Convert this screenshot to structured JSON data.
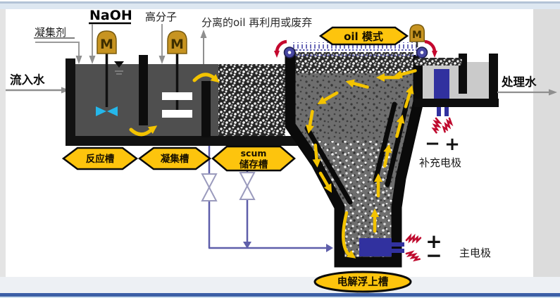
{
  "labels": {
    "coagulant": "凝集剂",
    "naoh": "NaOH",
    "polymer": "高分子",
    "separated_oil": "分离的oil 再利用或废弃",
    "oil_mode": "oil 模式",
    "inflow": "流入水",
    "treated_water": "处理水",
    "reaction_tank": "反应槽",
    "coagulation_tank": "凝集槽",
    "scum_tank_line1": "scum",
    "scum_tank_line2": "储存槽",
    "flotation_tank": "电解浮上槽",
    "supplementary_electrode": "补充电极",
    "main_electrode": "主电极",
    "motor": "M",
    "plus": "+",
    "minus": "−"
  },
  "colors": {
    "accent_yellow": "#fdc40d",
    "arrow_yellow": "#f3c300",
    "tank_water_gray": "#4f4f4f",
    "funnel_gray": "#6e6e6e",
    "electrode_blue": "#31319f",
    "pipe_blue": "#5e5eaa",
    "spark_red": "#bf0a2e",
    "motor_gold": "#c79421",
    "propeller_cyan": "#25b7ea",
    "frame_blue": "#3c5fa6"
  }
}
